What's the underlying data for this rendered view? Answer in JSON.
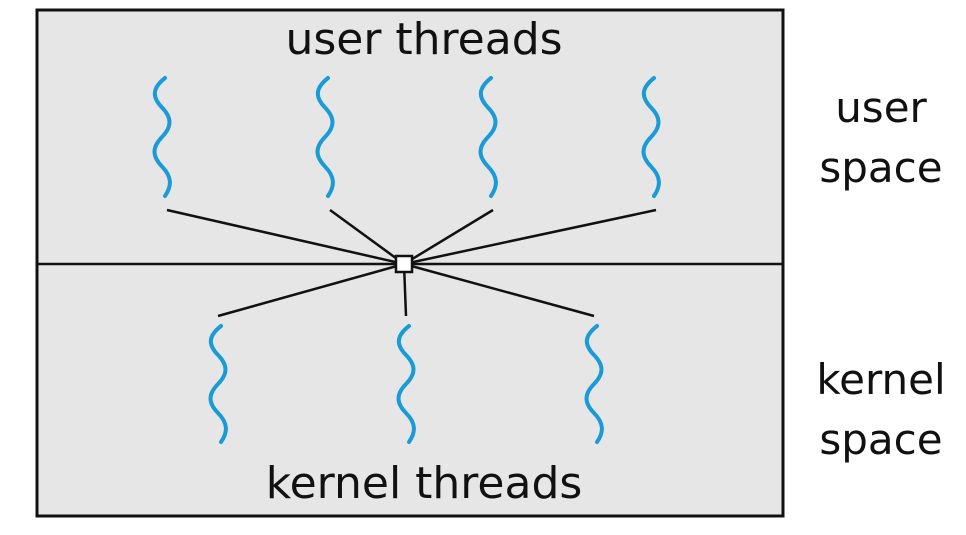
{
  "labels": {
    "user_threads": "user threads",
    "kernel_threads": "kernel threads",
    "user_space_line1": "user",
    "user_space_line2": "space",
    "kernel_space_line1": "kernel",
    "kernel_space_line2": "space"
  },
  "counts": {
    "user_threads": 4,
    "kernel_threads": 3
  },
  "colors": {
    "thread": "#1a9ad6",
    "background": "#e6e6e6",
    "line": "#111111"
  }
}
